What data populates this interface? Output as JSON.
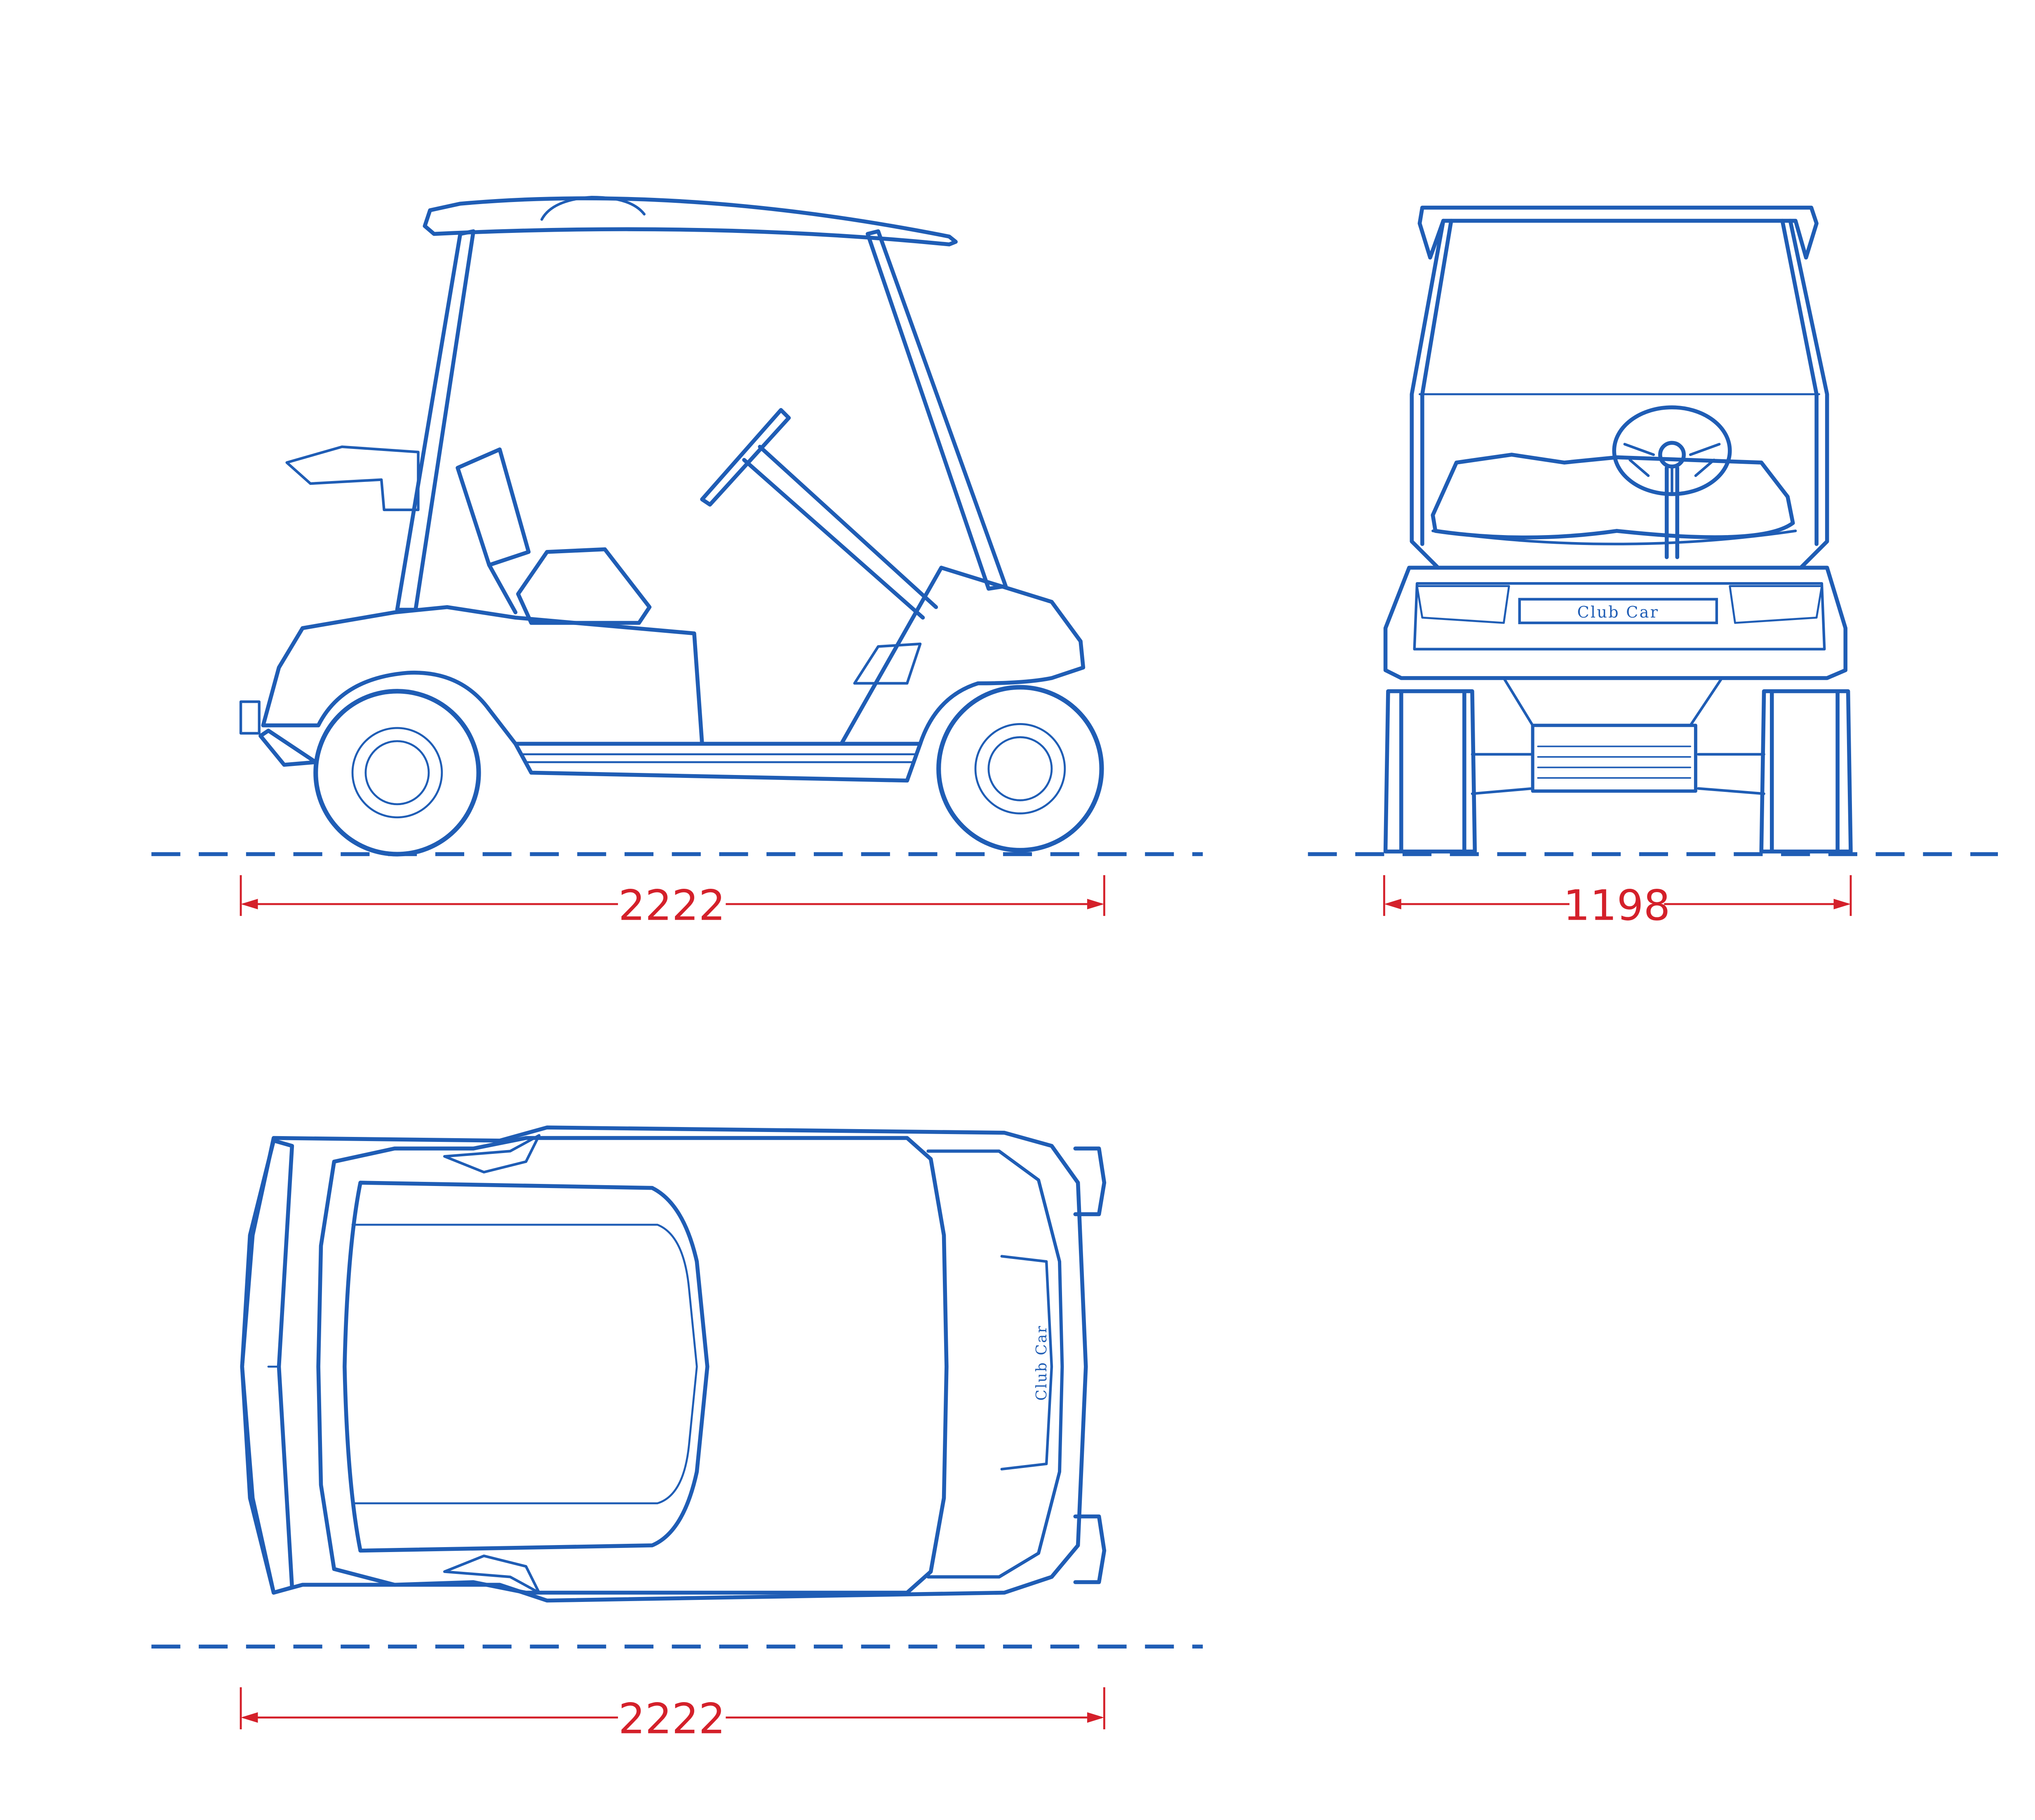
{
  "colors": {
    "line": "#1f5db5",
    "dimension": "#d4202a",
    "background": "#ffffff"
  },
  "views": {
    "side": {
      "dimension": "2222"
    },
    "front": {
      "dimension": "1198",
      "badge": "Club Car"
    },
    "top": {
      "dimension": "2222",
      "badge": "Club Car"
    }
  }
}
